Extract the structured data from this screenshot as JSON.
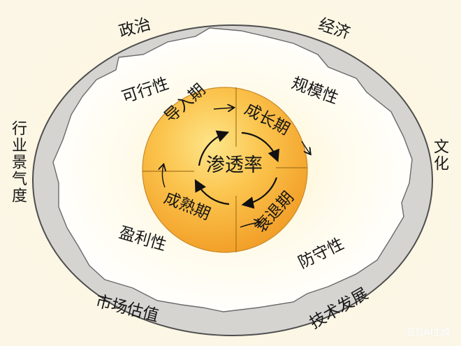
{
  "diagram": {
    "type": "egg-model",
    "center": {
      "label": "渗透率"
    },
    "lifecycle_stages": [
      {
        "label": "导入期",
        "quadrant": "top-left"
      },
      {
        "label": "成长期",
        "quadrant": "top-right"
      },
      {
        "label": "衰退期",
        "quadrant": "bottom-right"
      },
      {
        "label": "成熟期",
        "quadrant": "bottom-left"
      }
    ],
    "inner_ring_factors": [
      {
        "label": "可行性",
        "position": "top-left"
      },
      {
        "label": "规模性",
        "position": "top-right"
      },
      {
        "label": "防守性",
        "position": "bottom-right"
      },
      {
        "label": "盈利性",
        "position": "bottom-left"
      }
    ],
    "outer_factors": [
      {
        "label": "政治",
        "position": "top-left"
      },
      {
        "label": "经济",
        "position": "top-right"
      },
      {
        "label": "文化",
        "position": "right"
      },
      {
        "label": "技术发展",
        "position": "bottom-right"
      },
      {
        "label": "市场估值",
        "position": "bottom-left"
      },
      {
        "label": "行业景气度",
        "position": "left"
      }
    ]
  },
  "watermark": "豆包AI生成",
  "colors": {
    "background": "#fbf6e6",
    "shell": "#d4d2cf",
    "shell_outline": "#5a5a5a",
    "egg_white": "#fffdf6",
    "yolk_light": "#fcd35f",
    "yolk_dark": "#f3a62a",
    "yolk_divider": "#a8741c",
    "text": "#161616"
  }
}
